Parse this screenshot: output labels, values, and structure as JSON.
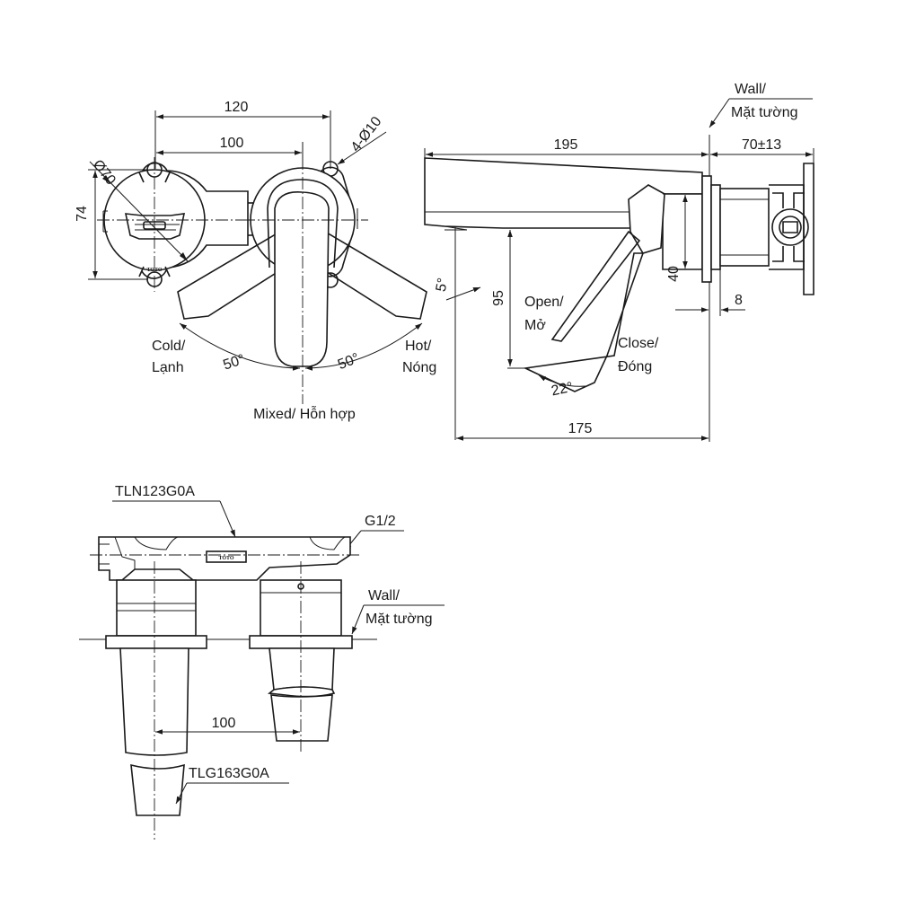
{
  "colors": {
    "line": "#1a1a1a",
    "background": "#ffffff"
  },
  "front_view": {
    "dimensions": {
      "width_outer": "120",
      "width_inner": "100",
      "diameter": "Ø70",
      "holes": "4-Ø10",
      "height": "74",
      "angle_left": "50°",
      "angle_right": "50°"
    },
    "labels": {
      "cold_1": "Cold/",
      "cold_2": "Lạnh",
      "hot_1": "Hot/",
      "hot_2": "Nóng",
      "mixed": "Mixed/ Hỗn hợp"
    },
    "logo": "TOTO"
  },
  "side_view": {
    "wall_1": "Wall/",
    "wall_2": "Mặt tường",
    "dimensions": {
      "spout_length": "195",
      "wall_depth": "70±13",
      "tilt": "5°",
      "lever_drop": "95",
      "body_height": "40",
      "plate": "8",
      "lever_angle": "22°",
      "projection": "175"
    },
    "labels": {
      "open_1": "Open/",
      "open_2": "Mở",
      "close_1": "Close/",
      "close_2": "Đóng"
    }
  },
  "top_view": {
    "part_valve": "TLN123G0A",
    "thread": "G1/2",
    "wall_1": "Wall/",
    "wall_2": "Mặt tường",
    "spacing": "100",
    "part_sleeve": "TLG163G0A",
    "logo": "TOTO"
  }
}
